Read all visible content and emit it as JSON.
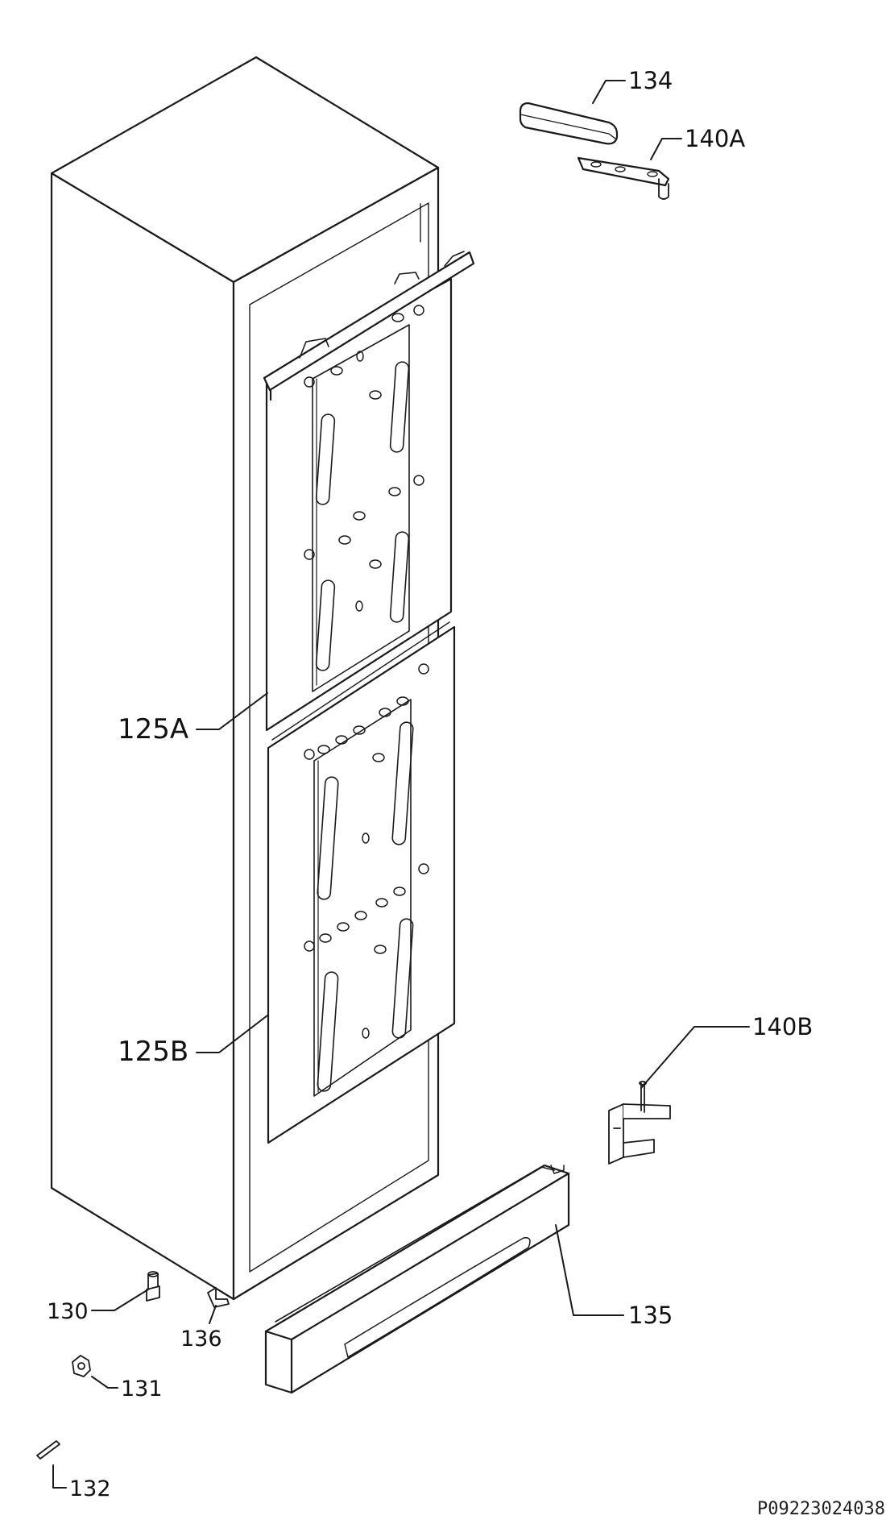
{
  "diagram": {
    "reference_code": "P09223024038",
    "callouts": [
      {
        "id": "134",
        "text": "134"
      },
      {
        "id": "140A",
        "text": "140A"
      },
      {
        "id": "125A",
        "text": "125A"
      },
      {
        "id": "125B",
        "text": "125B"
      },
      {
        "id": "140B",
        "text": "140B"
      },
      {
        "id": "130",
        "text": "130"
      },
      {
        "id": "136",
        "text": "136"
      },
      {
        "id": "135",
        "text": "135"
      },
      {
        "id": "131",
        "text": "131"
      },
      {
        "id": "132",
        "text": "132"
      }
    ]
  }
}
